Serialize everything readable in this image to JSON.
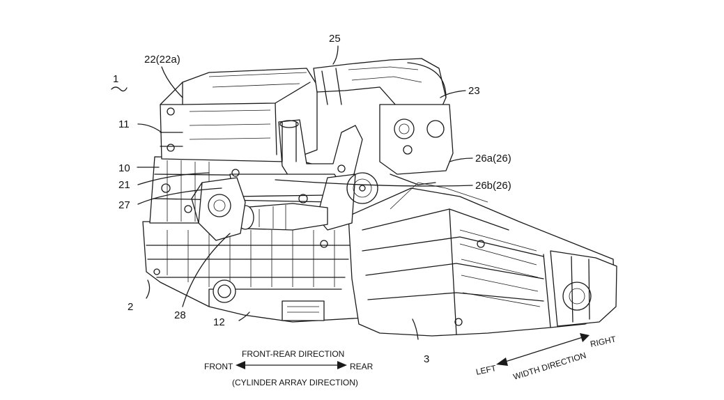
{
  "figure": {
    "ref_numeral": "1",
    "labels": {
      "p25": "25",
      "p22": "22(22a)",
      "p23": "23",
      "p11": "11",
      "p26a": "26a(26)",
      "p10": "10",
      "p21": "21",
      "p26b": "26b(26)",
      "p27": "27",
      "p2": "2",
      "p28": "28",
      "p12": "12",
      "p3": "3"
    },
    "directions": {
      "front_rear_title": "FRONT-REAR DIRECTION",
      "front": "FRONT",
      "rear": "REAR",
      "cylinder_note": "(CYLINDER ARRAY DIRECTION)",
      "left": "LEFT",
      "width_title": "WIDTH DIRECTION",
      "right": "RIGHT"
    }
  }
}
